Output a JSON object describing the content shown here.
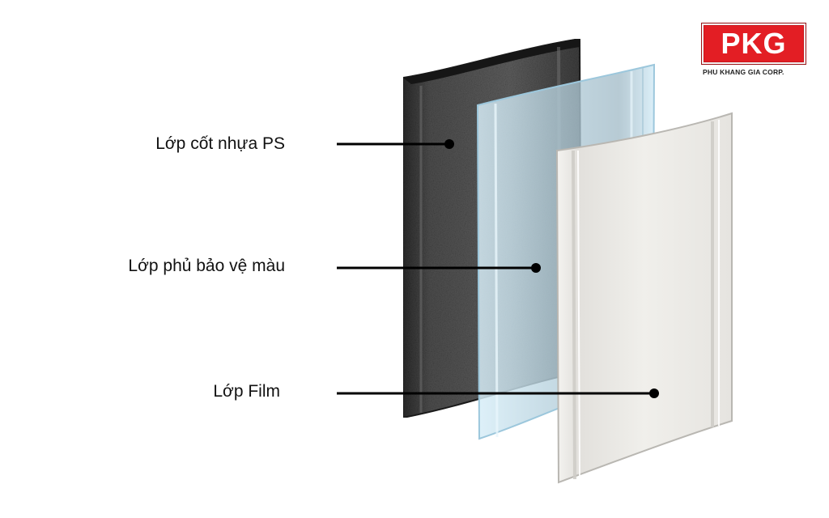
{
  "brand": {
    "logo_text": "PKG",
    "company": "PHU KHANG GIA CORP.",
    "accent_color": "#e31e24"
  },
  "layers": [
    {
      "id": "core",
      "label": "Lớp cốt nhựa PS",
      "color": "#3c3c3c"
    },
    {
      "id": "coat",
      "label": "Lớp phủ bảo vệ màu",
      "color": "#cfe6f3"
    },
    {
      "id": "film",
      "label": "Lớp Film",
      "color": "#ecebe7"
    }
  ]
}
